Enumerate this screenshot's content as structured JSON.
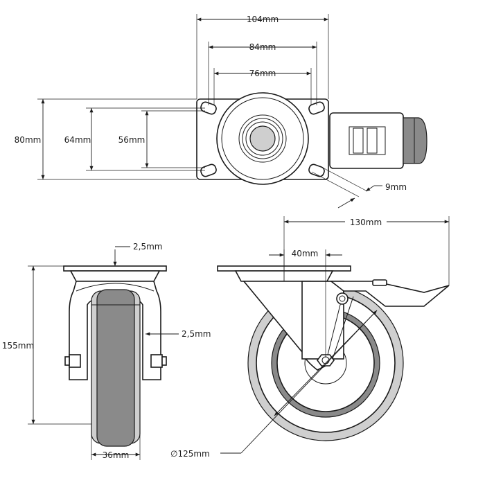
{
  "dimensions": {
    "plate_width": "104mm",
    "hole_spacing_outer": "84mm",
    "hole_spacing_inner": "76mm",
    "plate_height": "80mm",
    "hole_height_outer": "64mm",
    "hole_height_inner": "56mm",
    "slot_width": "9mm",
    "plate_thickness": "2,5mm",
    "fork_thickness": "2,5mm",
    "total_height": "155mm",
    "wheel_width": "36mm",
    "swivel_radius": "130mm",
    "offset": "40mm",
    "wheel_diameter": "∅125mm"
  },
  "colors": {
    "line": "#1a1a1a",
    "tread": "#8a8a8a",
    "hub": "#cfcfcf"
  }
}
